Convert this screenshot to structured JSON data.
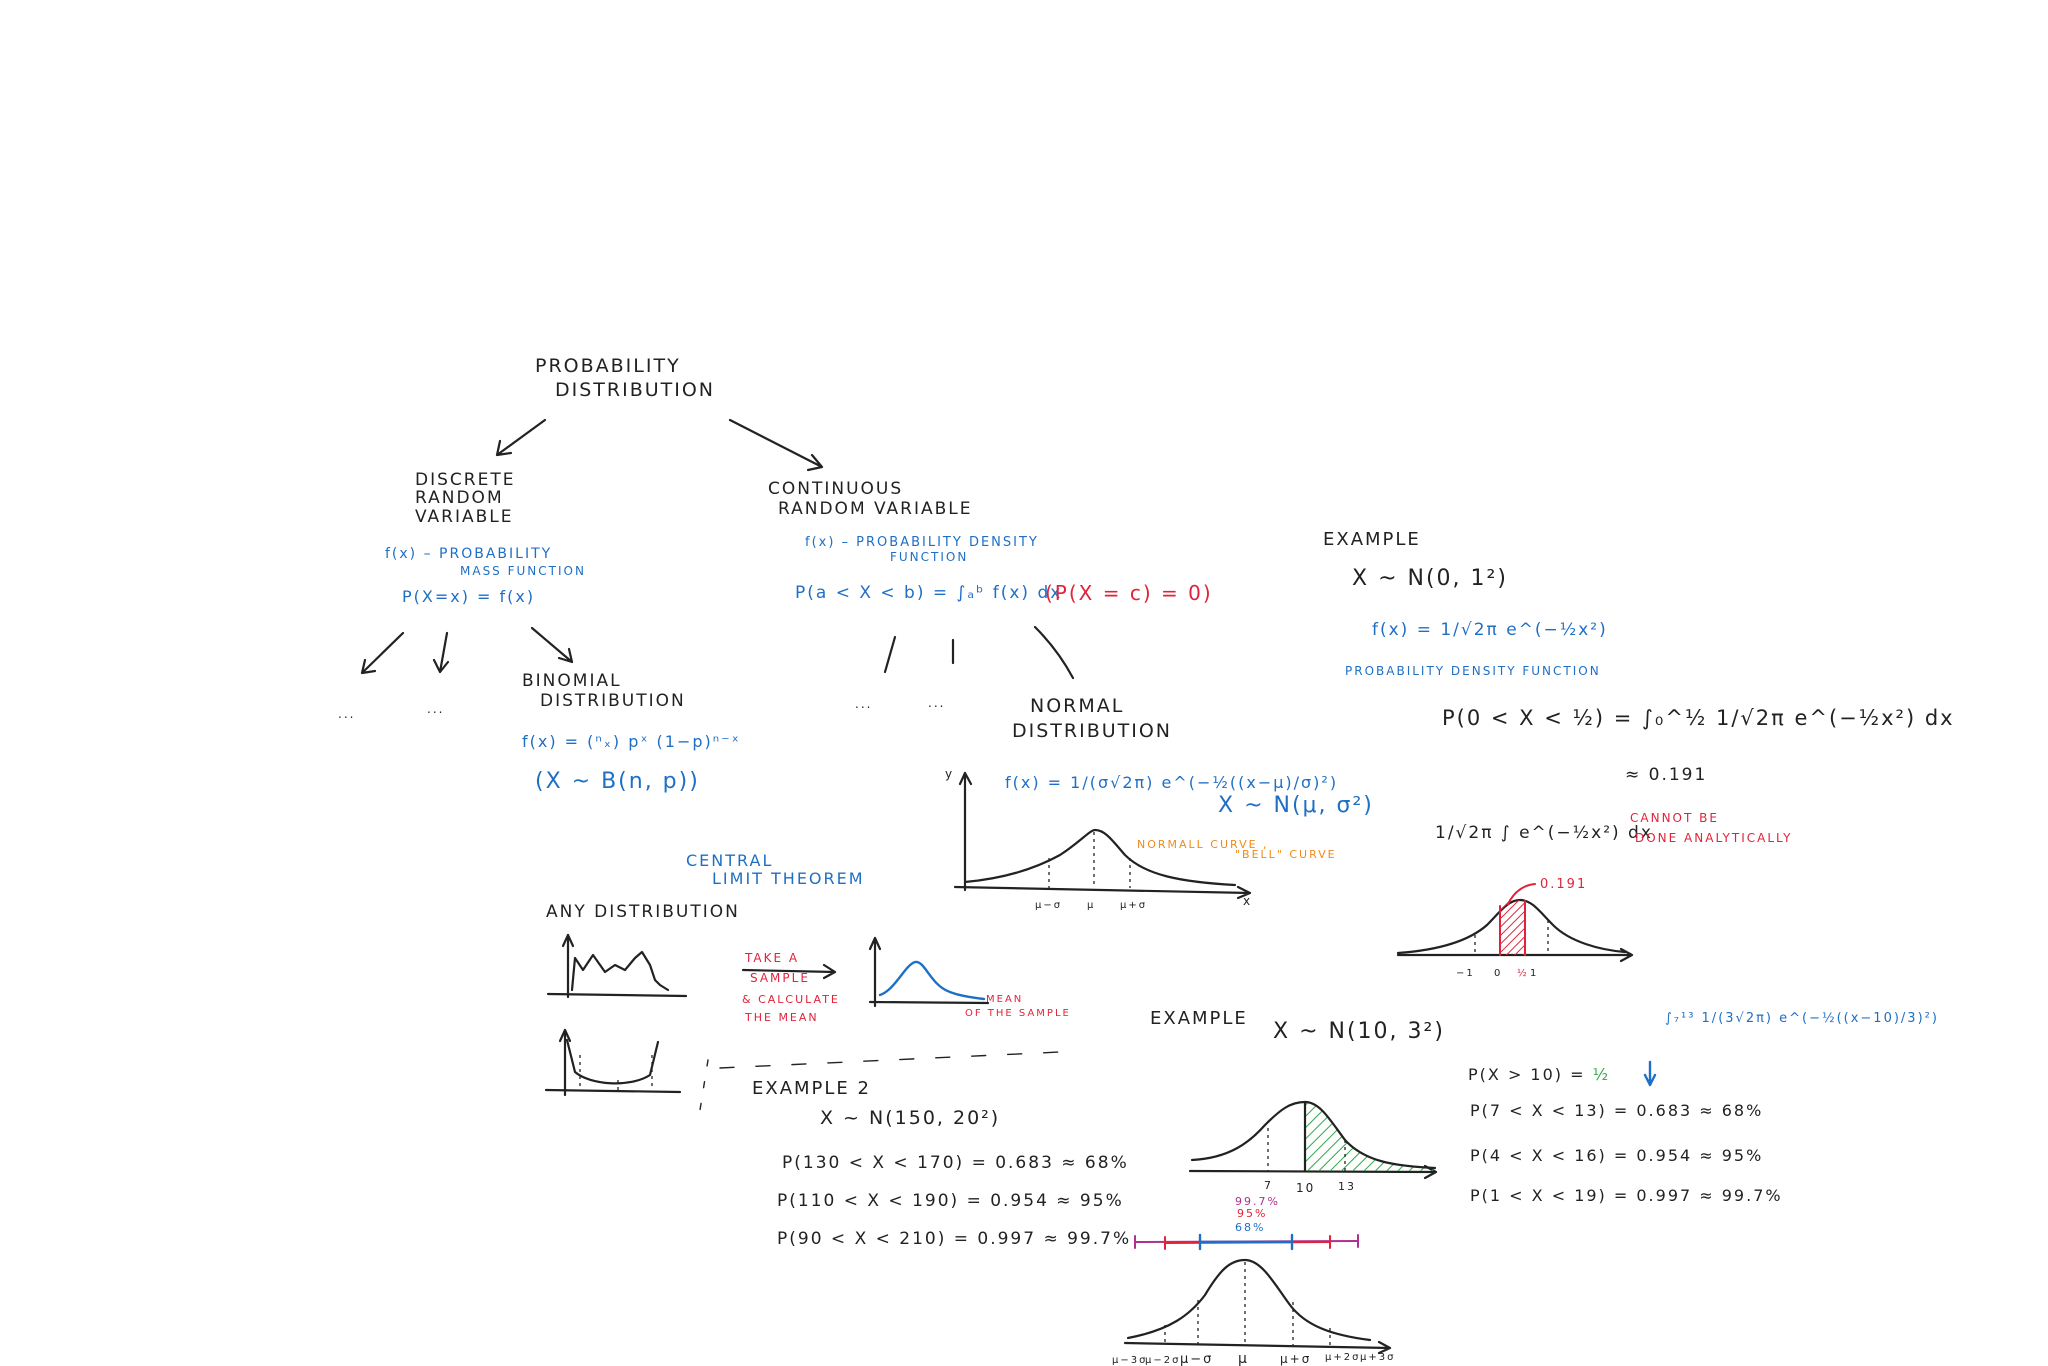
{
  "root": {
    "line1": "PROBABILITY",
    "line2": "DISTRIBUTION"
  },
  "discrete": {
    "line1": "DISCRETE",
    "line2": "RANDOM",
    "line3": "VARIABLE",
    "pmf_line1": "f(x) – PROBABILITY",
    "pmf_line2": "MASS FUNCTION",
    "pmf_eq": "P(X=x) = f(x)",
    "dots1": "...",
    "dots2": "..."
  },
  "binomial": {
    "line1": "BINOMIAL",
    "line2": "DISTRIBUTION",
    "formula": "f(x) = (ⁿₓ) pˣ (1−p)ⁿ⁻ˣ",
    "notation": "(X ~ B(n, p))"
  },
  "continuous": {
    "line1": "CONTINUOUS",
    "line2": "RANDOM VARIABLE",
    "pdf_line1": "f(x) – PROBABILITY DENSITY",
    "pdf_line2": "FUNCTION",
    "integral": "P(a < X < b) = ∫ₐᵇ f(x) dx",
    "point": "(P(X = c) = 0)",
    "dots1": "...",
    "dots2": "..."
  },
  "normal": {
    "line1": "NORMAL",
    "line2": "DISTRIBUTION",
    "formula": "f(x) = 1/(σ√2π) e^(−½((x−μ)/σ)²)",
    "notation": "X ~ N(μ, σ²)",
    "curve_label1": "NORMALL CURVE ,",
    "curve_label2": "\"BELL\" CURVE",
    "y_axis": "y",
    "x_axis": "x",
    "ticks": [
      "μ−σ",
      "μ",
      "μ+σ"
    ]
  },
  "clt": {
    "title1": "CENTRAL",
    "title2": "LIMIT THEOREM",
    "any": "ANY DISTRIBUTION",
    "step1": "TAKE A",
    "step2": "SAMPLE",
    "step3": "& CALCULATE",
    "step4": "THE MEAN",
    "result1": "MEAN",
    "result2": "OF THE SAMPLE"
  },
  "example1": {
    "title": "EXAMPLE",
    "notation": "X ~ N(0, 1²)",
    "formula": "f(x) = 1/√2π e^(−½x²)",
    "pdf_label": "PROBABILITY DENSITY FUNCTION",
    "prob": "P(0 < X < ½) = ∫₀^½ 1/√2π e^(−½x²) dx",
    "approx": "≈ 0.191",
    "integral": "1/√2π ∫ e^(−½x²) dx",
    "note1": "CANNOT BE",
    "note2": "DONE ANALYTICALLY",
    "area_label": "0.191",
    "ticks": [
      "−1",
      "0",
      "½",
      "1"
    ]
  },
  "example_n10": {
    "title": "EXAMPLE",
    "notation": "X ~ N(10, 3²)",
    "integral": "∫₇¹³ 1/(3√2π) e^(−½((x−10)/3)²)",
    "p_half": "P(X > 10) = ",
    "half": "½",
    "p1": "P(7 < X < 13) = 0.683 ≈ 68%",
    "p2": "P(4 < X < 16) = 0.954 ≈ 95%",
    "p3": "P(1 < X < 19) = 0.997 ≈ 99.7%",
    "ticks": [
      "7",
      "10",
      "13"
    ]
  },
  "example2": {
    "title": "EXAMPLE 2",
    "notation": "X ~ N(150, 20²)",
    "p1": "P(130 < X < 170) = 0.683 ≈ 68%",
    "p2": "P(110 < X < 190) = 0.954 ≈ 95%",
    "p3": "P(90 < X < 210) = 0.997 ≈ 99.7%"
  },
  "rule": {
    "p997": "99.7%",
    "p95": "95%",
    "p68": "68%",
    "ticks": [
      "μ−3σ",
      "μ−2σ",
      "μ−σ",
      "μ",
      "μ+σ",
      "μ+2σ",
      "μ+3σ"
    ]
  },
  "colors": {
    "ink": "#222222",
    "blue": "#1f6fc5",
    "red": "#e0233a",
    "orange": "#f08a1c",
    "green": "#2ea84a",
    "purple": "#b0308f"
  }
}
